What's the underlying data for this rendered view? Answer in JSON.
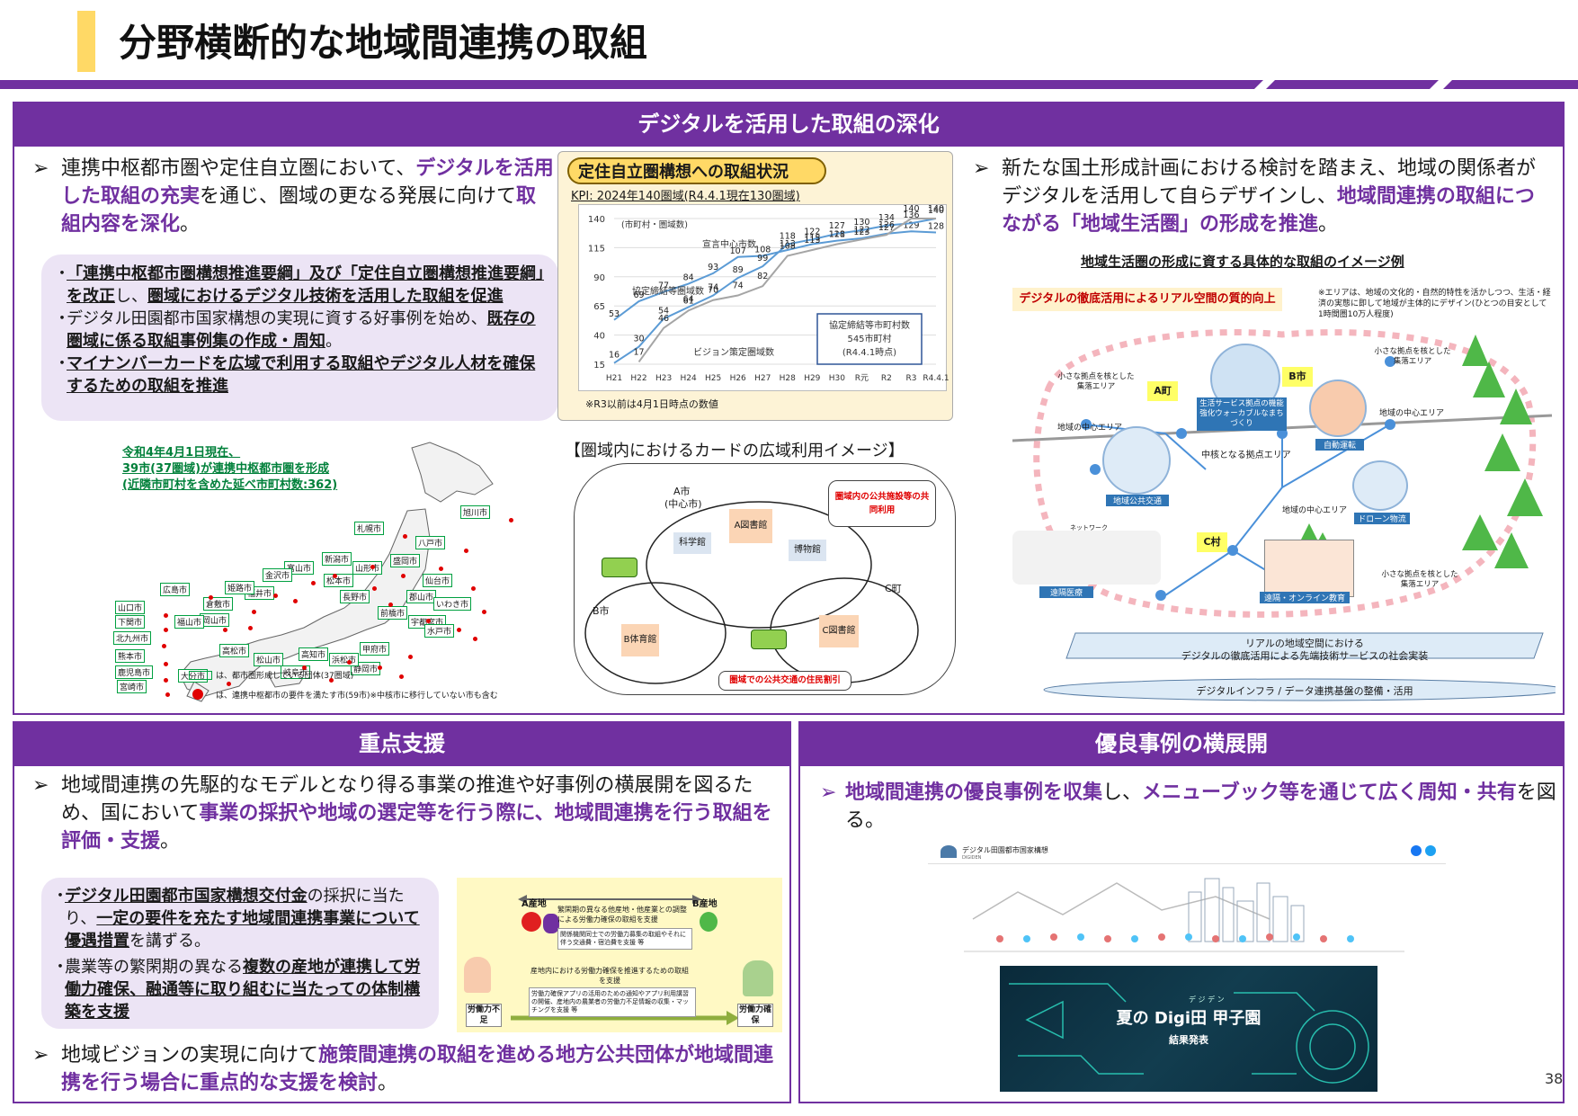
{
  "title": "分野横断的な地域間連携の取組",
  "page_number": "38",
  "colors": {
    "purple": "#7030a0",
    "yellow": "#ffd966",
    "lavender": "#ece4f5"
  },
  "top_section": {
    "header": "デジタルを活用した取組の深化",
    "left_bullet": {
      "p1": "連携中枢都市圏や定住自立圏において、",
      "p2": "デジタルを活用した取組の充実",
      "p3": "を通じ、圏域の更なる発展に向けて",
      "p4": "取組内容を深化",
      "p5": "。"
    },
    "left_box": [
      {
        "a": "「連携中枢都市圏構想推進要綱」及び「定住自立圏構想推進要綱」を改正",
        "b": "し、",
        "c": "圏域におけるデジタル技術を活用した取組を促進"
      },
      {
        "a": "デジタル田園都市国家構想の実現に資する好事例を始め、",
        "c": "既存の圏域に係る取組事例集の作成・周知",
        "d": "。"
      },
      {
        "c": "マイナンバーカードを広域で利用する取組やデジタル人材を確保するための取組を推進"
      }
    ],
    "chart": {
      "title": "定住自立圏構想への取組状況",
      "kpi": "KPI: 2024年140圏域(R4.4.1現在130圏域)",
      "note": "※R3以前は4月1日時点の数値",
      "unit": "(市町村・圏域数)",
      "box_label1": "協定締結等市町村数",
      "box_label2": "545市町村",
      "box_label3": "(R4.4.1時点)",
      "series_labels": [
        "宣言中心市数",
        "協定締結等圏域数",
        "ビジョン策定圏域数"
      ]
    },
    "chart_data": {
      "type": "line",
      "x": [
        "H21",
        "H22",
        "H23",
        "H24",
        "H25",
        "H26",
        "H27",
        "H28",
        "H29",
        "H30",
        "R元",
        "R2",
        "R3",
        "R4.4.1"
      ],
      "ylim": [
        15,
        140
      ],
      "yticks": [
        15,
        40,
        65,
        90,
        115,
        140
      ],
      "series": [
        {
          "name": "宣言中心市数",
          "values": [
            53,
            69,
            77,
            84,
            93,
            107,
            108,
            113,
            118,
            121,
            123,
            127,
            129,
            128
          ]
        },
        {
          "name": "協定締結等圏域数",
          "values": [
            16,
            30,
            54,
            64,
            74,
            89,
            99,
            118,
            122,
            127,
            130,
            134,
            136,
            140
          ]
        },
        {
          "name": "ビジョン策定圏域数",
          "values": [
            null,
            17,
            46,
            61,
            70,
            74,
            82,
            108,
            113,
            118,
            122,
            126,
            140,
            140
          ]
        }
      ]
    },
    "map": {
      "date_line1": "令和4年4月1日現在、",
      "date_line2": "39市(37圏域)が連携中枢都市圏を形成",
      "date_line3": "(近隣市町村を含めた延べ市町村数:362)",
      "legend1": "は、都市圏形成している団体(37圏域)",
      "legend2": "は、連携中枢都市の要件を満たす市(59市)※中核市に移行していない市も含む",
      "cities": [
        "旭川市",
        "札幌市",
        "八戸市",
        "盛岡市",
        "山形市",
        "仙台市",
        "郡山市",
        "いわき市",
        "宇都宮市",
        "前橋市",
        "水戸市",
        "長野市",
        "松本市",
        "新潟市",
        "富山市",
        "金沢市",
        "福井市",
        "静岡市",
        "浜松市",
        "岐阜市",
        "甲府市",
        "姫路市",
        "倉敷市",
        "岡山市",
        "広島市",
        "福山市",
        "山口市",
        "下関市",
        "北九州市",
        "熊本市",
        "鹿児島市",
        "宮崎市",
        "大分市",
        "高松市",
        "松山市",
        "高知市"
      ]
    },
    "card_title": "【圏域内におけるカードの広域利用イメージ】",
    "card": {
      "a_city": "A市",
      "a_city_sub": "(中心市)",
      "b_city": "B市",
      "c_town": "C町",
      "a_lib": "A図書館",
      "sci": "科学館",
      "museum": "博物館",
      "b_gym": "B体育館",
      "c_lib": "C図書館",
      "callout1": "圏域内の公共施設等の共同利用",
      "callout2": "圏域での公共交通の住民割引"
    },
    "right_bullet": {
      "p1": "新たな国土形成計画における検討を踏まえ、地域の関係者がデジタルを活用して自らデザインし、",
      "p2": "地域間連携の取組につながる「地域生活圏」の形成を推進",
      "p3": "。"
    },
    "illus": {
      "title": "地域生活圏の形成に資する具体的な取組のイメージ例",
      "banner": "デジタルの徹底活用によるリアル空間の質的向上",
      "note": "※エリアは、地域の文化的・自然的特性を活かしつつ、生活・経済の実態に即して地域が主体的にデザイン(ひとつの目安として1時間圏10万人程度)",
      "a_town": "A町",
      "b_city": "B市",
      "c_village": "C村",
      "small_hub1": "小さな拠点を核とした集落エリア",
      "small_hub2": "小さな拠点を核とした集落エリア",
      "small_hub3": "小さな拠点を核とした集落エリア",
      "center1": "地域の中心エリア",
      "center2": "地域の中心エリア",
      "center3": "地域の中心エリア",
      "core": "中核となる拠点エリア",
      "walkable": "生活サービス拠点の機能強化ウォーカブルなまちづくり",
      "auto": "自動運転",
      "transit": "地域公共交通",
      "drone": "ドローン物流",
      "telemed": "遠隔医療",
      "remote_edu": "遠隔・オンライン教育",
      "network": "ネットワーク",
      "base1": "リアルの地域空間における",
      "base2": "デジタルの徹底活用による先端技術サービスの社会実装",
      "infra": "デジタルインフラ / データ連携基盤の整備・活用"
    }
  },
  "bottom_left": {
    "header": "重点支援",
    "bullet1": {
      "p1": "地域間連携の先駆的なモデルとなり得る事業の推進や好事例の横展開を図るため、国において",
      "p2": "事業の採択や地域の選定等を行う際に、地域間連携を行う取組を評価・支援",
      "p3": "。"
    },
    "box": [
      {
        "a": "デジタル田園都市国家構想交付金",
        "b": "の採択に当たり、",
        "c": "一定の要件を充たす地域間連携事業について優遇措置",
        "d": "を講ずる。"
      },
      {
        "b": "農業等の繁閑期の異なる",
        "c": "複数の産地が連携して労働力確保、融通等に取り組むに当たっての体制構築を支援"
      }
    ],
    "farm": {
      "a_area": "A産地",
      "b_area": "B産地",
      "desc1": "繁閑期の異なる他産地・他産業との調整による労働力確保の取組を支援",
      "desc2": "関係機関同士での労働力募集の取組やそれに伴う交通費・宿泊費を支援 等",
      "desc3": "産地内における労働力確保を推進するための取組を支援",
      "desc4": "労働力確保アプリの活用のための通知やアプリ利用講習の開催、産地内の農業者の労働力不足情報の収集・マッチングを支援 等",
      "short": "労働力不足",
      "secure": "労働力確保"
    },
    "bullet2": {
      "p1": "地域ビジョンの実現に向けて",
      "p2": "施策間連携の取組を進める地方公共団体が地域間連携を行う場合に重点的な支援を検討",
      "p3": "。"
    }
  },
  "bottom_right": {
    "header": "優良事例の横展開",
    "bullet": {
      "p1": "地域間連携の優良事例を収集",
      "p2": "し、",
      "p3": "メニューブック等を通じて広く周知・共有",
      "p4": "を図る。"
    },
    "site_title": "デジタル田園都市国家構想",
    "site_sub": "DIGIDEN",
    "banner_ruby": "デ ジ デ ン",
    "banner_title": "夏の Digi田 甲子園",
    "banner_sub": "結果発表"
  }
}
